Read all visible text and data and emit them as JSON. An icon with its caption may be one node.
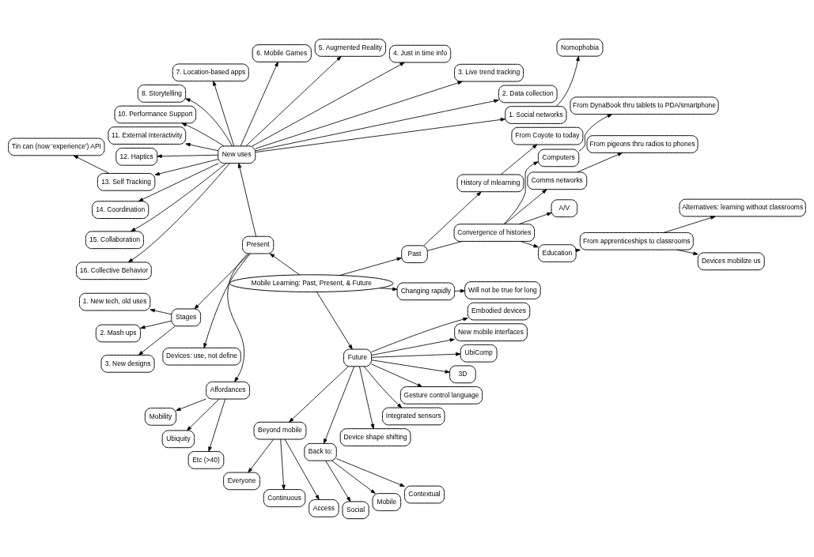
{
  "diagram": {
    "nodes": [
      {
        "text": [
          "Mobile Learning: Past, Present, & Future"
        ]
      },
      {
        "text": [
          "Past"
        ]
      },
      {
        "text": [
          "Present"
        ]
      },
      {
        "text": [
          "Future"
        ]
      },
      {
        "text": [
          "New uses"
        ]
      },
      {
        "text": [
          "Changing rapidly"
        ]
      },
      {
        "text": [
          "Will not be true for long"
        ]
      },
      {
        "text": [
          "Convergence of histories"
        ]
      },
      {
        "text": [
          "History of mlearning"
        ]
      },
      {
        "text": [
          "From Coyote to today"
        ]
      },
      {
        "text": [
          "Education"
        ]
      },
      {
        "text": [
          "From apprenticeships to classrooms"
        ]
      },
      {
        "text": [
          "Devices mobilize us"
        ]
      },
      {
        "text": [
          "Alternatives: learning without classrooms"
        ]
      },
      {
        "text": [
          "A/V"
        ]
      },
      {
        "text": [
          "Comms networks"
        ]
      },
      {
        "text": [
          "From pigeons thru radios to phones"
        ]
      },
      {
        "text": [
          "Computers"
        ]
      },
      {
        "text": [
          "From DynaBook thru tablets to PDA/smartphone"
        ]
      },
      {
        "text": [
          "Stages"
        ]
      },
      {
        "text": [
          "1. New tech, old uses"
        ]
      },
      {
        "text": [
          "2. Mash ups"
        ]
      },
      {
        "text": [
          "3. New designs"
        ]
      },
      {
        "text": [
          "Devices: use, not define"
        ]
      },
      {
        "text": [
          "Affordances"
        ]
      },
      {
        "text": [
          "Mobility"
        ]
      },
      {
        "text": [
          "Ubiquity"
        ]
      },
      {
        "text": [
          "Etc (>40)"
        ]
      },
      {
        "text": [
          "Beyond mobile"
        ]
      },
      {
        "text": [
          "Everyone"
        ]
      },
      {
        "text": [
          "Continuous"
        ]
      },
      {
        "text": [
          "Access"
        ]
      },
      {
        "text": [
          "Back to:"
        ]
      },
      {
        "text": [
          "Social"
        ]
      },
      {
        "text": [
          "Mobile"
        ]
      },
      {
        "text": [
          "Contextual"
        ]
      },
      {
        "text": [
          "Device shape shifting"
        ]
      },
      {
        "text": [
          "Integrated sensors"
        ]
      },
      {
        "text": [
          "Gesture control language"
        ]
      },
      {
        "text": [
          "3D"
        ]
      },
      {
        "text": [
          "UbiComp"
        ]
      },
      {
        "text": [
          "New mobile interfaces"
        ]
      },
      {
        "text": [
          "Embodied devices"
        ]
      },
      {
        "text": [
          "Nomophobia"
        ]
      },
      {
        "text": [
          "1. Social networks"
        ]
      },
      {
        "text": [
          "2. Data collection"
        ]
      },
      {
        "text": [
          "3. Live trend tracking"
        ]
      },
      {
        "text": [
          "4. Just in time info"
        ]
      },
      {
        "text": [
          "5. Augmented Reality"
        ]
      },
      {
        "text": [
          "6. Mobile Games"
        ]
      },
      {
        "text": [
          "7. Location-based apps"
        ]
      },
      {
        "text": [
          "8. Storytelling"
        ]
      },
      {
        "text": [
          "10. Performance Support"
        ]
      },
      {
        "text": [
          "11. External Interactivity"
        ]
      },
      {
        "text": [
          "12. Haptics"
        ]
      },
      {
        "text": [
          "13. Self Tracking"
        ]
      },
      {
        "text": [
          "Tin can (now 'experience') API"
        ]
      },
      {
        "text": [
          "14. Coordination"
        ]
      },
      {
        "text": [
          "15. Collaboration"
        ]
      },
      {
        "text": [
          "16. Collective Behavior"
        ]
      }
    ],
    "edges": [
      {
        "from": 0,
        "to": 1,
        "arrow": "to"
      },
      {
        "from": 0,
        "to": 2,
        "arrow": "to"
      },
      {
        "from": 0,
        "to": 3,
        "arrow": "to"
      },
      {
        "from": 0,
        "to": 5,
        "arrow": "to"
      },
      {
        "from": 2,
        "to": 4,
        "arrow": "to"
      },
      {
        "from": 5,
        "to": 6,
        "arrow": "to"
      },
      {
        "from": 1,
        "to": 7,
        "arrow": "none"
      },
      {
        "from": 1,
        "to": 8,
        "arrow": "to"
      },
      {
        "from": 8,
        "to": 9,
        "arrow": "to"
      },
      {
        "from": 7,
        "to": 10,
        "arrow": "to"
      },
      {
        "from": 10,
        "to": 11,
        "arrow": "to"
      },
      {
        "from": 11,
        "to": 12,
        "arrow": "to"
      },
      {
        "from": 11,
        "to": 13,
        "arrow": "to"
      },
      {
        "from": 7,
        "to": 14,
        "arrow": "to"
      },
      {
        "from": 7,
        "to": 15,
        "arrow": "to"
      },
      {
        "from": 15,
        "to": 16,
        "arrow": "to"
      },
      {
        "from": 7,
        "to": 17,
        "arrow": "to"
      },
      {
        "from": 17,
        "to": 18,
        "arrow": "to"
      },
      {
        "from": 2,
        "to": 19,
        "arrow": "to"
      },
      {
        "from": 19,
        "to": 20,
        "arrow": "to"
      },
      {
        "from": 19,
        "to": 21,
        "arrow": "to"
      },
      {
        "from": 19,
        "to": 22,
        "arrow": "to"
      },
      {
        "from": 2,
        "to": 23,
        "arrow": "to"
      },
      {
        "from": 2,
        "to": 24,
        "arrow": "to"
      },
      {
        "from": 24,
        "to": 25,
        "arrow": "to"
      },
      {
        "from": 24,
        "to": 26,
        "arrow": "to"
      },
      {
        "from": 24,
        "to": 27,
        "arrow": "to"
      },
      {
        "from": 3,
        "to": 28,
        "arrow": "to"
      },
      {
        "from": 28,
        "to": 29,
        "arrow": "to"
      },
      {
        "from": 28,
        "to": 30,
        "arrow": "to"
      },
      {
        "from": 28,
        "to": 31,
        "arrow": "to"
      },
      {
        "from": 3,
        "to": 32,
        "arrow": "to"
      },
      {
        "from": 32,
        "to": 33,
        "arrow": "to"
      },
      {
        "from": 32,
        "to": 34,
        "arrow": "to"
      },
      {
        "from": 32,
        "to": 35,
        "arrow": "to"
      },
      {
        "from": 3,
        "to": 36,
        "arrow": "to"
      },
      {
        "from": 3,
        "to": 37,
        "arrow": "to"
      },
      {
        "from": 3,
        "to": 38,
        "arrow": "to"
      },
      {
        "from": 3,
        "to": 39,
        "arrow": "to"
      },
      {
        "from": 3,
        "to": 40,
        "arrow": "to"
      },
      {
        "from": 3,
        "to": 41,
        "arrow": "to"
      },
      {
        "from": 3,
        "to": 42,
        "arrow": "to"
      },
      {
        "from": 4,
        "to": 44,
        "arrow": "to"
      },
      {
        "from": 44,
        "to": 43,
        "arrow": "to"
      },
      {
        "from": 4,
        "to": 45,
        "arrow": "to"
      },
      {
        "from": 4,
        "to": 46,
        "arrow": "to"
      },
      {
        "from": 4,
        "to": 47,
        "arrow": "to"
      },
      {
        "from": 4,
        "to": 48,
        "arrow": "to"
      },
      {
        "from": 4,
        "to": 49,
        "arrow": "to"
      },
      {
        "from": 4,
        "to": 50,
        "arrow": "to"
      },
      {
        "from": 4,
        "to": 51,
        "arrow": "to"
      },
      {
        "from": 4,
        "to": 52,
        "arrow": "to"
      },
      {
        "from": 4,
        "to": 53,
        "arrow": "to"
      },
      {
        "from": 4,
        "to": 54,
        "arrow": "to"
      },
      {
        "from": 4,
        "to": 55,
        "arrow": "to"
      },
      {
        "from": 55,
        "to": 56,
        "arrow": "to"
      },
      {
        "from": 4,
        "to": 57,
        "arrow": "to"
      },
      {
        "from": 4,
        "to": 58,
        "arrow": "to"
      },
      {
        "from": 4,
        "to": 59,
        "arrow": "to"
      }
    ]
  }
}
